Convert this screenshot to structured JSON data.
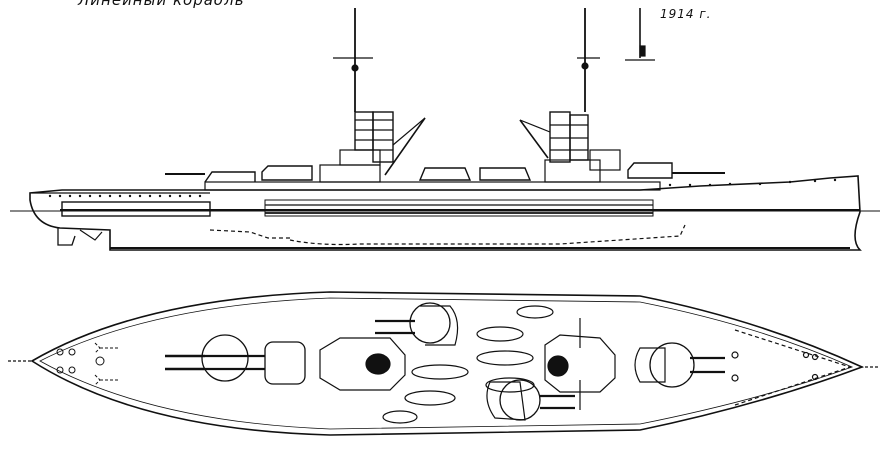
{
  "drawing": {
    "subject": "Battleship (line drawing)",
    "caption": "Линейный корабль",
    "year_label": "1914 г.",
    "views": [
      {
        "name": "side-profile",
        "label": "Profile view"
      },
      {
        "name": "plan-view",
        "label": "Plan (top) view"
      }
    ],
    "colors": {
      "ink": "#111111",
      "background": "#ffffff"
    }
  }
}
